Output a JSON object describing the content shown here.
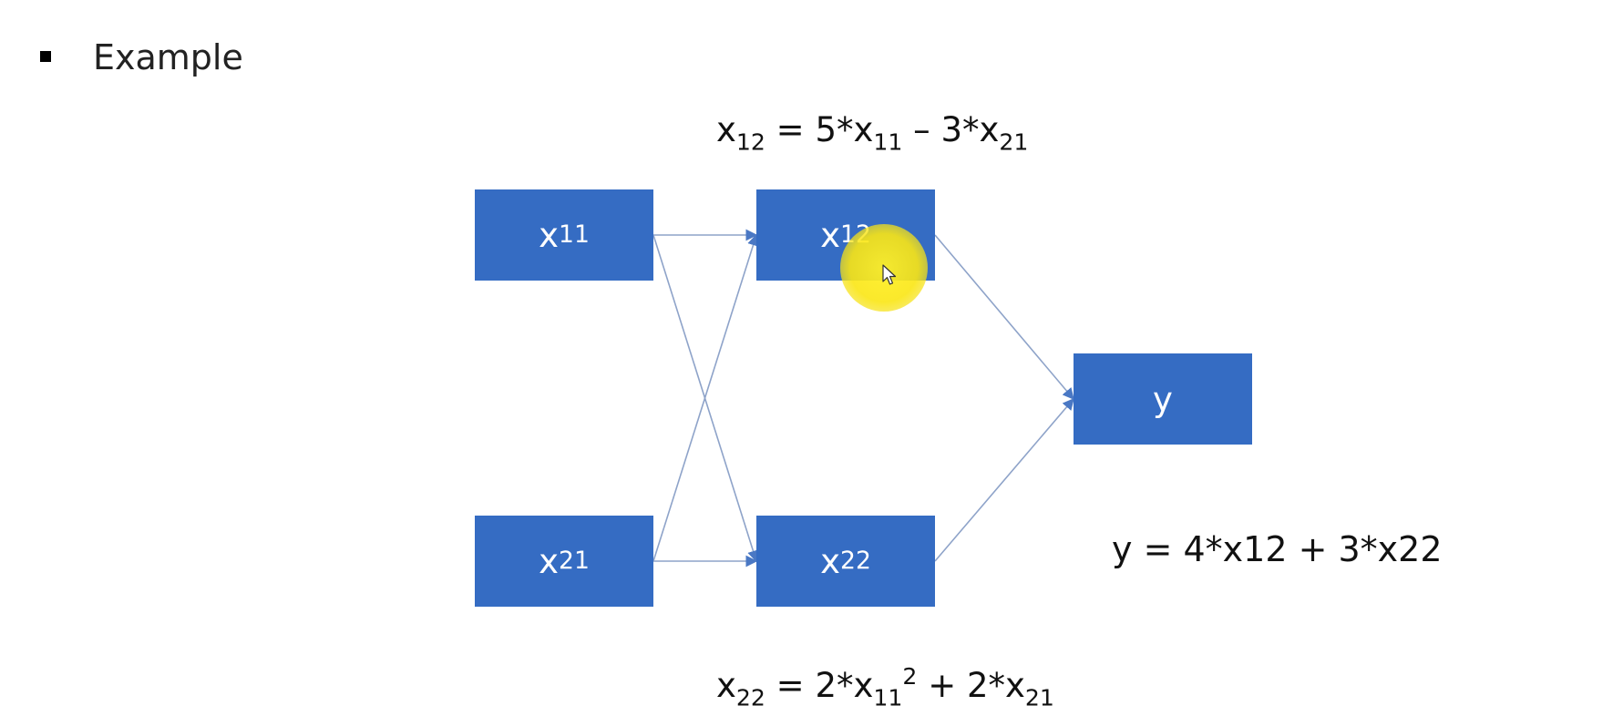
{
  "heading": {
    "text": "Example"
  },
  "nodes": {
    "x11": {
      "base": "x",
      "sub": "11"
    },
    "x21": {
      "base": "x",
      "sub": "21"
    },
    "x12": {
      "base": "x",
      "sub": "12"
    },
    "x22": {
      "base": "x",
      "sub": "22"
    },
    "y": {
      "base": "y"
    }
  },
  "equations": {
    "top": {
      "lhs_base": "x",
      "lhs_sub": "12",
      "eq": " = 5*",
      "t1_base": "x",
      "t1_sub": "11",
      "op": " – 3*",
      "t2_base": "x",
      "t2_sub": "21"
    },
    "bottom": {
      "lhs_base": "x",
      "lhs_sub": "22",
      "eq": " = 2*",
      "t1_base": "x",
      "t1_sub": "11",
      "t1_sup": "2",
      "op": " + 2*",
      "t2_base": "x",
      "t2_sub": "21"
    },
    "y_text": "y = 4*x12 + 3*x22"
  },
  "colors": {
    "node_fill": "#356cc3",
    "edge": "#8ea3c9",
    "highlight": "#f5e21a"
  },
  "icons": {
    "bullet": "square-bullet-icon",
    "cursor": "mouse-pointer-icon"
  }
}
